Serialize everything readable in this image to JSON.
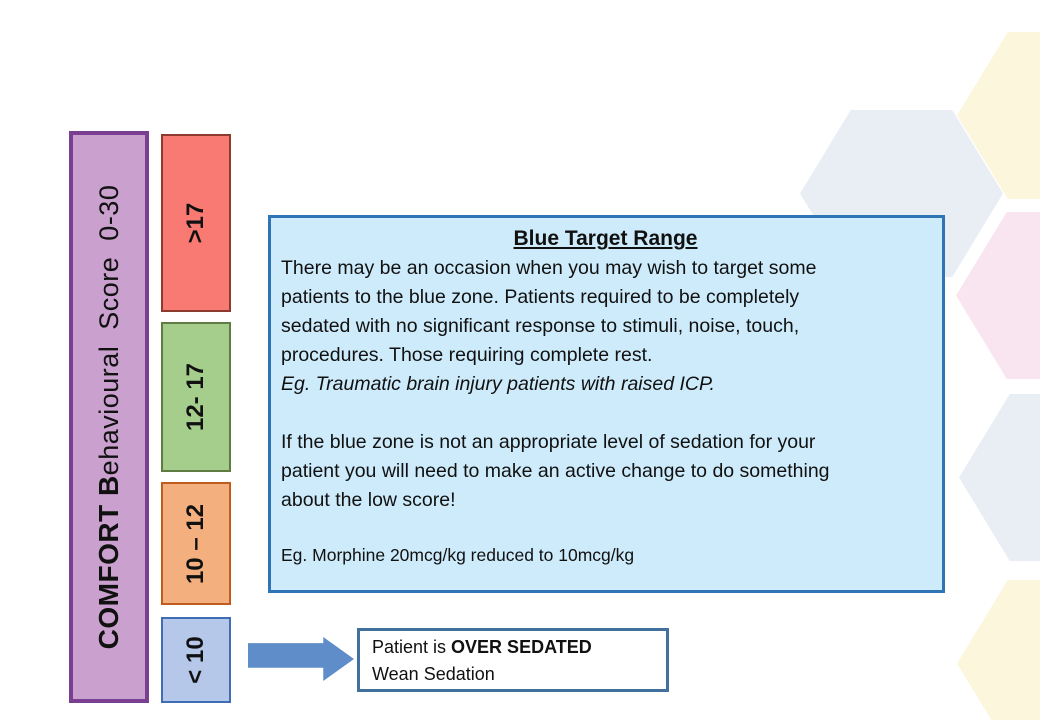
{
  "slide": {
    "scale_bar": {
      "label_bold": "COMFORT B",
      "label_rest": "ehavioural  Score  0-30",
      "fill": "#C9A0CE",
      "border": "#7B3F92"
    },
    "zones": [
      {
        "name": "red",
        "label": ">17",
        "fill": "#F97A72",
        "border": "#8C3B2E"
      },
      {
        "name": "green",
        "label": "12- 17",
        "fill": "#A5CE8D",
        "border": "#5F7D43"
      },
      {
        "name": "orange",
        "label": "10 – 12",
        "fill": "#F3B07E",
        "border": "#C05C1E"
      },
      {
        "name": "blue",
        "label": "< 10",
        "fill": "#B5C8E9",
        "border": "#3F6DB5"
      }
    ],
    "info_box": {
      "title": "Blue Target Range",
      "paragraph1": [
        "There may be an occasion when you may wish to target some",
        "patients to the blue zone. Patients required to be completely",
        "sedated with no significant response to stimuli, noise, touch,",
        "procedures. Those requiring complete rest."
      ],
      "example1": "Eg. Traumatic brain injury patients with raised ICP.",
      "paragraph2": [
        "If the blue zone is not an appropriate level of sedation for your",
        "patient you will need to make an active change to do something",
        "about the low score!"
      ],
      "example2": "Eg. Morphine 20mcg/kg reduced to 10mcg/kg",
      "fill": "#CDEBFA",
      "border": "#2E75B6"
    },
    "callout": {
      "line1_prefix": "Patient is ",
      "line1_bold": "OVER SEDATED",
      "line2": "Wean Sedation",
      "border": "#41719C"
    },
    "arrow": {
      "fill": "#5F8DC9"
    },
    "hexagons": [
      {
        "name": "blue-gray-offset",
        "color": "#E9EEF5"
      },
      {
        "name": "yellow-top",
        "color": "#FCF6DD"
      },
      {
        "name": "pink-middle",
        "color": "#F8E5EF"
      },
      {
        "name": "blue-gray-lower",
        "color": "#E9EEF5"
      },
      {
        "name": "yellow-bottom",
        "color": "#FCF6DD"
      }
    ]
  }
}
